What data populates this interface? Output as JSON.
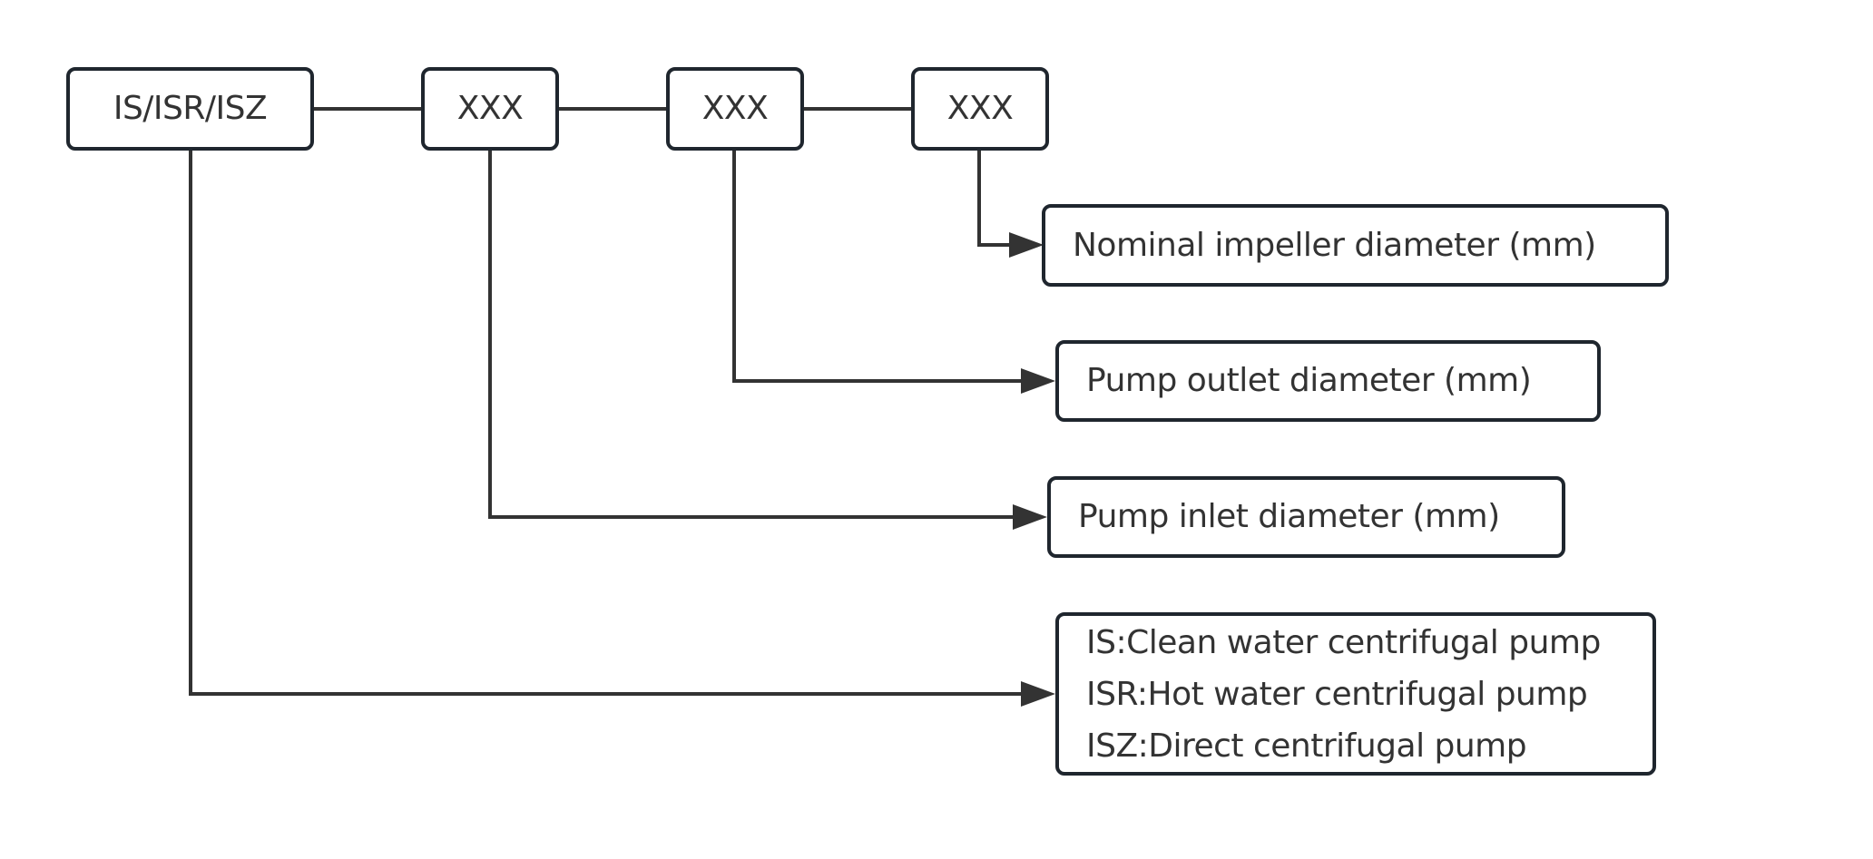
{
  "diagram": {
    "title": "Pump model code structure",
    "colors": {
      "border": "#1f262e",
      "line": "#333333",
      "text": "#333333",
      "background": "#ffffff"
    },
    "code_segments": [
      {
        "id": "series",
        "label": "IS/ISR/ISZ"
      },
      {
        "id": "inlet_code",
        "label": "XXX"
      },
      {
        "id": "outlet_code",
        "label": "XXX"
      },
      {
        "id": "impeller_code",
        "label": "XXX"
      }
    ],
    "descriptions": [
      {
        "id": "impeller",
        "source": "impeller_code",
        "label": "Nominal impeller diameter (mm)"
      },
      {
        "id": "outlet",
        "source": "outlet_code",
        "label": "Pump outlet diameter (mm)"
      },
      {
        "id": "inlet",
        "source": "inlet_code",
        "label": "Pump inlet diameter (mm)"
      },
      {
        "id": "types",
        "source": "series",
        "lines": [
          "IS:Clean water centrifugal pump",
          "ISR:Hot water centrifugal pump",
          "ISZ:Direct centrifugal pump"
        ]
      }
    ]
  }
}
